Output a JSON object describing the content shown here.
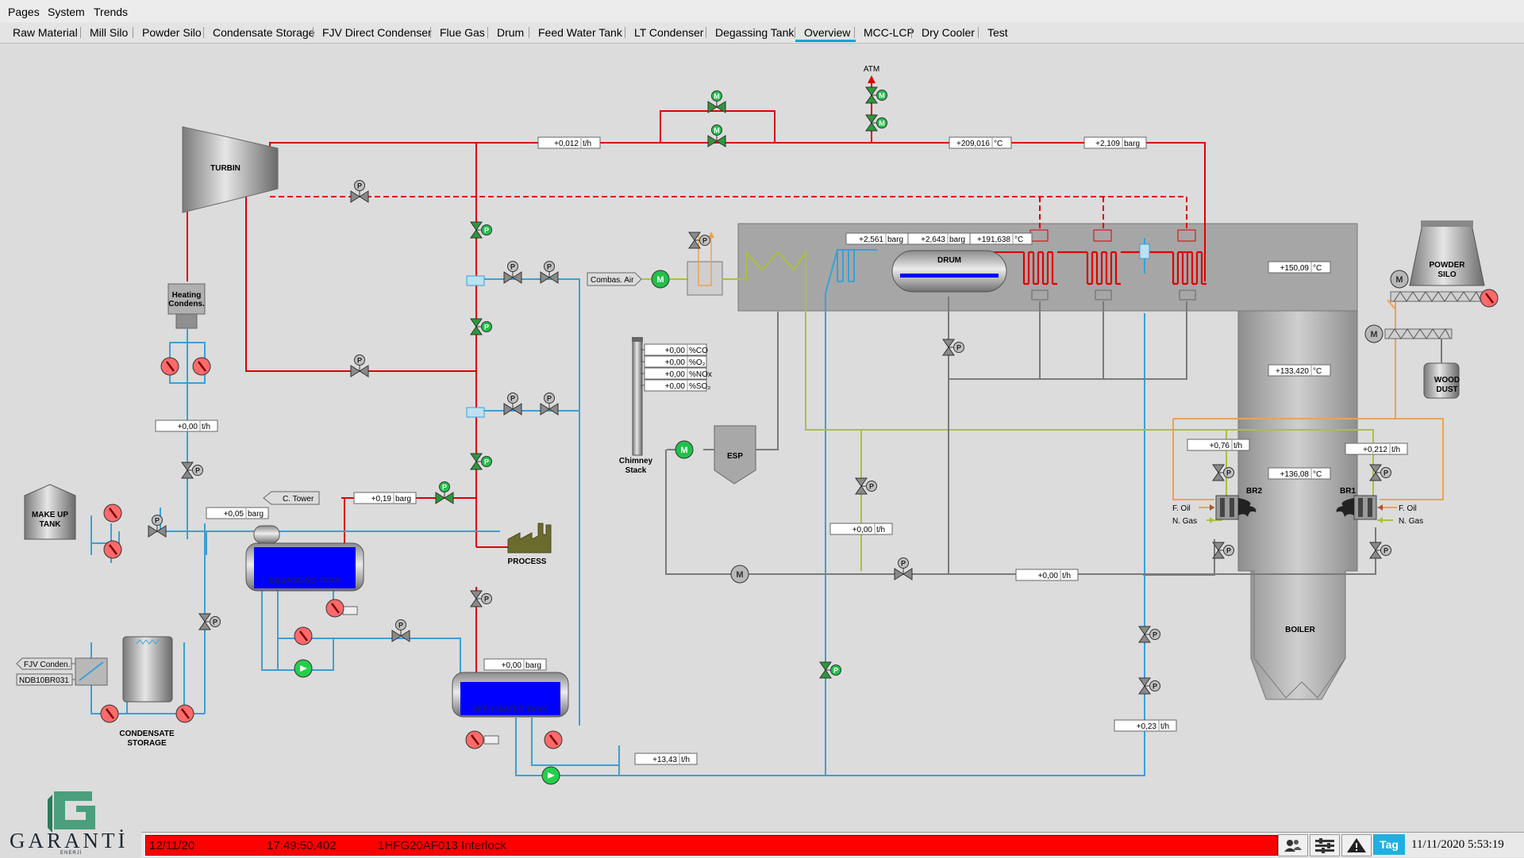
{
  "menu": [
    "Pages",
    "System",
    "Trends"
  ],
  "tabs": [
    "Raw Material",
    "Mill Silo",
    "Powder Silo",
    "Condensate Storage",
    "FJV  Direct Condenser",
    "Flue Gas",
    "Drum",
    "Feed Water Tank",
    "LT Condenser",
    "Degassing Tank",
    "Overview",
    "MCC-LCP",
    "Dry Cooler",
    "Test"
  ],
  "active_tab": "Overview",
  "labels": {
    "turbin": "TURBIN",
    "heating_condens_1": "Heating",
    "heating_condens_2": "Condens.",
    "atm": "ATM",
    "combas_air": "Combas. Air",
    "drum": "DRUM",
    "powder_silo_1": "POWDER",
    "powder_silo_2": "SILO",
    "wood_dust_1": "WOOD",
    "wood_dust_2": "DUST",
    "chimney_1": "Chimney",
    "chimney_2": "Stack",
    "esp": "ESP",
    "make_up_tank_1": "MAKE UP",
    "make_up_tank_2": "TANK",
    "c_tower": "C. Tower",
    "degassing_tank": "DEGASSING TANK",
    "process": "PROCESS",
    "fjv_conden": "FJV Conden.",
    "ndb_tag": "NDB10BR031",
    "condensate_storage_1": "CONDENSATE",
    "condensate_storage_2": "STORAGE",
    "feed_water_tank": "FEED WATER TANK",
    "boiler": "BOILER",
    "br1": "BR1",
    "br2": "BR2",
    "f_oil": "F. Oil",
    "n_gas": "N. Gas",
    "m": "M",
    "p": "P"
  },
  "values": {
    "steam_flow": {
      "value": "+0,012",
      "unit": "t/h"
    },
    "steam_temp": {
      "value": "+209,016",
      "unit": "°C"
    },
    "steam_pressure": {
      "value": "+2,109",
      "unit": "barg"
    },
    "drum_p1": {
      "value": "+2,561",
      "unit": "barg"
    },
    "drum_p2": {
      "value": "+2,643",
      "unit": "barg"
    },
    "drum_temp": {
      "value": "+191,638",
      "unit": "°C"
    },
    "boiler_t1": {
      "value": "+150,09",
      "unit": "°C"
    },
    "boiler_t2": {
      "value": "+133,420",
      "unit": "°C"
    },
    "boiler_t3": {
      "value": "+136,08",
      "unit": "°C"
    },
    "cond_flow": {
      "value": "+0,00",
      "unit": "t/h"
    },
    "degas_pressure": {
      "value": "+0,05",
      "unit": "barg"
    },
    "ctower_pressure": {
      "value": "+0,19",
      "unit": "barg"
    },
    "eco_flow": {
      "value": "+0,00",
      "unit": "t/h"
    },
    "return_flow": {
      "value": "+0,00",
      "unit": "t/h"
    },
    "fwt_pressure": {
      "value": "+0,00",
      "unit": "barg"
    },
    "fw_flow": {
      "value": "+13,43",
      "unit": "t/h"
    },
    "br2_flow": {
      "value": "+0,76",
      "unit": "t/h"
    },
    "br1_flow": {
      "value": "+0,212",
      "unit": "t/h"
    },
    "bottom_flow": {
      "value": "+0,23",
      "unit": "t/h"
    }
  },
  "gas_analysis": [
    {
      "value": "+0,00",
      "unit": "%CO"
    },
    {
      "value": "+0,00",
      "unit": "%O₂"
    },
    {
      "value": "+0,00",
      "unit": "%NOx"
    },
    {
      "value": "+0,00",
      "unit": "%SO₂"
    }
  ],
  "brand": {
    "name": "GARANTİ",
    "sub": "ENERJİ"
  },
  "alarm": {
    "date": "12/11/20",
    "time": "17:49:50.402",
    "message": "1HFG20AF013 Interlock"
  },
  "status": {
    "tag_label": "Tag",
    "clock": "11/11/2020 5:53:19"
  },
  "icons": [
    "users-icon",
    "settings-icon",
    "warning-icon"
  ],
  "colors": {
    "steam": "#dd0000",
    "water": "#3aa0d8",
    "air": "#a8c23a",
    "oil": "#f0a050",
    "tank_fill": "#0000ff",
    "active_tab": "#00a6c8",
    "alarm": "#ff0000"
  }
}
